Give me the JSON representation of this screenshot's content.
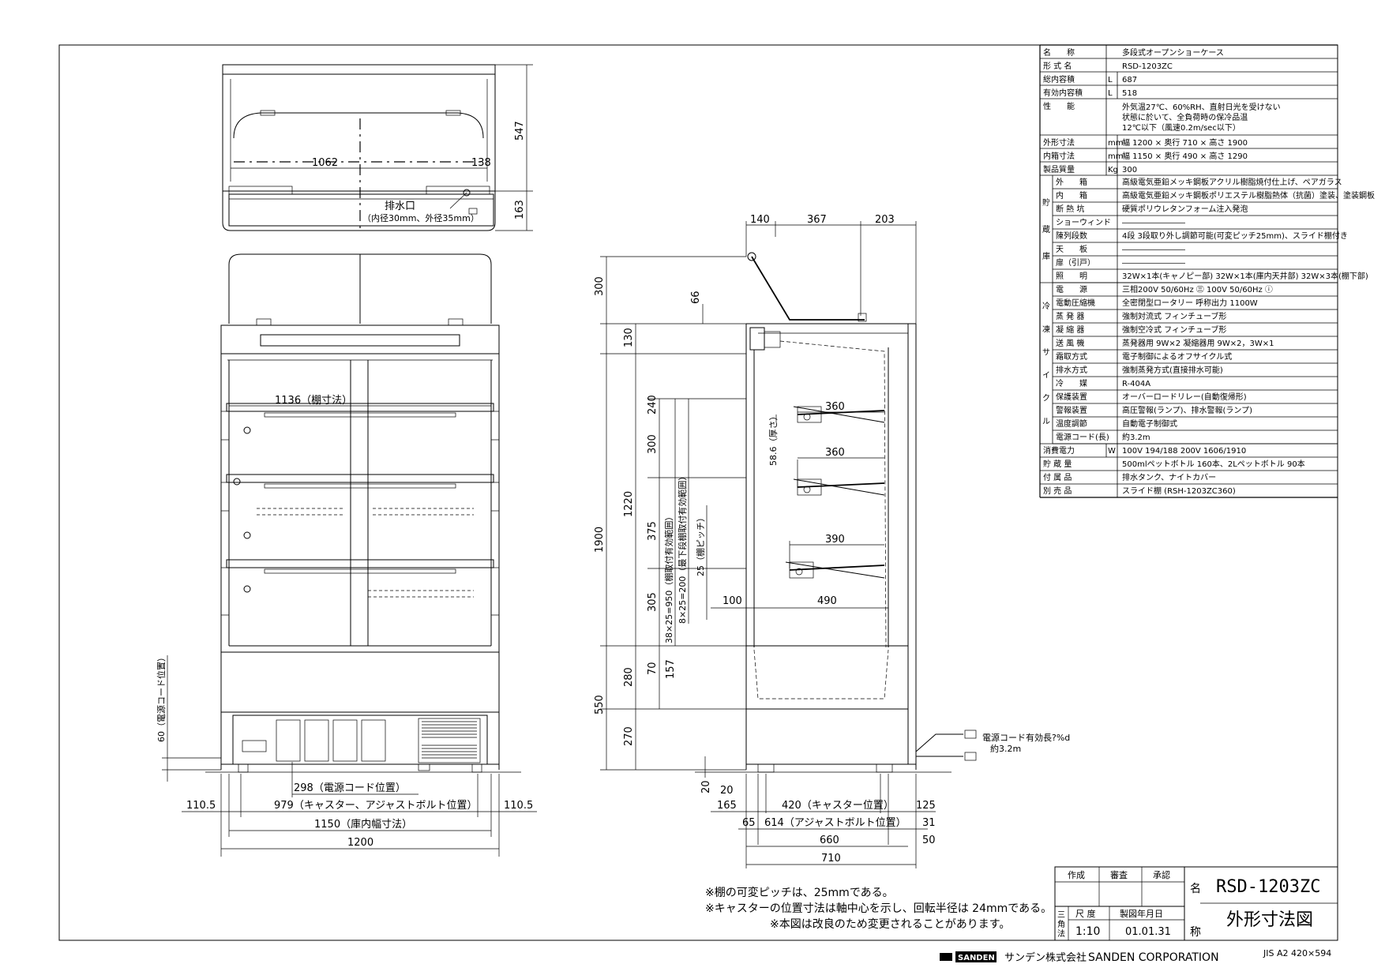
{
  "spec_table": {
    "rows": [
      {
        "label": "名　　称",
        "unit": "",
        "value": "多段式オープンショーケース"
      },
      {
        "label": "形 式 名",
        "unit": "",
        "value": "RSD-1203ZC"
      },
      {
        "label": "総内容積",
        "unit": "L",
        "value": "687"
      },
      {
        "label": "有効内容積",
        "unit": "L",
        "value": "518"
      },
      {
        "label": "性　　能",
        "unit": "",
        "value": "外気温27℃、60%RH、直射日光を受けない|状態に於いて、全負荷時の保冷品温|12℃以下（風速0.2m/sec以下）"
      },
      {
        "label": "外形寸法",
        "unit": "mm",
        "value": "幅 1200 × 奥行 710 × 高さ 1900"
      },
      {
        "label": "内箱寸法",
        "unit": "mm",
        "value": "幅 1150 × 奥行 490 × 高さ 1290"
      },
      {
        "label": "製品質量",
        "unit": "Kg",
        "value": "300"
      }
    ],
    "storage_group": "貯蔵庫",
    "storage_rows": [
      {
        "label": "外　　箱",
        "value": "高級電気亜鉛メッキ鋼板アクリル樹脂焼付仕上げ、ペアガラス"
      },
      {
        "label": "内　　箱",
        "value": "高級電気亜鉛メッキ鋼板ポリエステル樹脂熱体（抗菌）塗装、塗装鋼板"
      },
      {
        "label": "断 熱 坑",
        "value": "硬質ポリウレタンフォーム注入発泡"
      },
      {
        "label": "ショーウィンド",
        "value": "――――――――"
      },
      {
        "label": "陳列段数",
        "value": "4段 3段取り外し調節可能(可変ピッチ25mm)、スライド棚付き"
      },
      {
        "label": "天　　板",
        "value": "――――――――"
      },
      {
        "label": "扉（引戸）",
        "value": "――――――――"
      },
      {
        "label": "照　　明",
        "value": "32W×1本(キャノピー部) 32W×1本(庫内天井部) 32W×3本(棚下部)"
      }
    ],
    "cycle_group": "冷凍サイクル",
    "cycle_rows": [
      {
        "label": "電　　源",
        "value": "三相200V 50/60Hz ㊂ 100V 50/60Hz ⓘ"
      },
      {
        "label": "電動圧縮機",
        "value": "全密閉型ロータリー 呼称出力 1100W"
      },
      {
        "label": "蒸 発 器",
        "value": "強制対流式 フィンチューブ形"
      },
      {
        "label": "凝 縮 器",
        "value": "強制空冷式 フィンチューブ形"
      },
      {
        "label": "送 風 機",
        "value": "蒸発器用 9W×2 凝縮器用 9W×2，3W×1"
      },
      {
        "label": "霜取方式",
        "value": "電子制御によるオフサイクル式"
      },
      {
        "label": "排水方式",
        "value": "強制蒸発方式(直接排水可能)"
      },
      {
        "label": "冷　　媒",
        "value": "R-404A"
      },
      {
        "label": "保護装置",
        "value": "オーバーロードリレー(自動復帰形)"
      },
      {
        "label": "警報装置",
        "value": "高圧警報(ランプ)、排水警報(ランプ)"
      },
      {
        "label": "温度調節",
        "value": "自動電子制御式"
      },
      {
        "label": "電源コード(長)",
        "value": "約3.2m"
      }
    ],
    "tail_rows": [
      {
        "label": "消費電力",
        "unit": "W",
        "value": "100V 194/188 200V 1606/1910"
      },
      {
        "label": "貯 蔵 量",
        "unit": "",
        "value": "500mlペットボトル 160本、2Lペットボトル 90本"
      },
      {
        "label": "付 属 品",
        "unit": "",
        "value": "排水タンク、ナイトカバー"
      },
      {
        "label": "別 売 品",
        "unit": "",
        "value": "スライド棚 (RSH-1203ZC360)"
      }
    ]
  },
  "notes": [
    "※棚の可変ピッチは、25mmである。",
    "※キャスターの位置寸法は軸中心を示し、回転半径は 24mmである。",
    "※本図は改良のため変更されることがあります。"
  ],
  "title_block": {
    "col_sakusei": "作成",
    "col_shinsa": "審査",
    "col_shonin": "承認",
    "name_label_top": "名",
    "name_label_bottom": "称",
    "model": "RSD-1203ZC",
    "drawing_name": "外形寸法図",
    "method_label": "三角法",
    "scale_label": "尺 度",
    "scale": "1:10",
    "date_label": "製図年月日",
    "date": "01.01.31"
  },
  "footer": {
    "maker_logo": "SANDEN",
    "maker_jp": "サンデン株式会社",
    "maker_en": "SANDEN CORPORATION",
    "paper": "JIS A2 420×594"
  },
  "dims_top": {
    "w1062": "1062",
    "w138": "138",
    "h547": "547",
    "h163": "163",
    "drain": "排水口",
    "drain_size": "（内径30mm、外径35mm）"
  },
  "dims_front": {
    "w1136": "1136（棚寸法）",
    "w298": "298（電源コード位置）",
    "w979": "979（キャスター、アジャストボルト位置）",
    "w1150": "1150（庫内幅寸法）",
    "w1200": "1200",
    "w110a": "110.5",
    "w110b": "110.5",
    "h60": "60（電源コード位置）"
  },
  "dims_side": {
    "d140": "140",
    "d367": "367",
    "d203": "203",
    "h300": "300",
    "h66": "66",
    "h130": "130",
    "h240": "240",
    "h300b": "300",
    "h375": "375",
    "h305": "305",
    "h1220": "1220",
    "h1900": "1900",
    "h280": "280",
    "h70": "70",
    "h157": "157",
    "h550": "550",
    "h270": "270",
    "h20a": "20",
    "h20b": "20",
    "s360a": "360",
    "s360b": "360",
    "s390": "390",
    "s100": "100",
    "s490": "490",
    "s586": "58.6（厚さ）",
    "v950": "38×25=950（棚取付有効範囲）",
    "v200": "8×25=200（最下段棚取付有効範囲）",
    "v25": "25（棚ピッチ）",
    "b165": "165",
    "b420": "420（キャスター位置）",
    "b125": "125",
    "b65": "65",
    "b614": "614（アジャストボルト位置）",
    "b31": "31",
    "b660": "660",
    "b710": "710",
    "b50": "50",
    "cord1": "電源コード有効長?%d",
    "cord2": "約3.2m"
  }
}
